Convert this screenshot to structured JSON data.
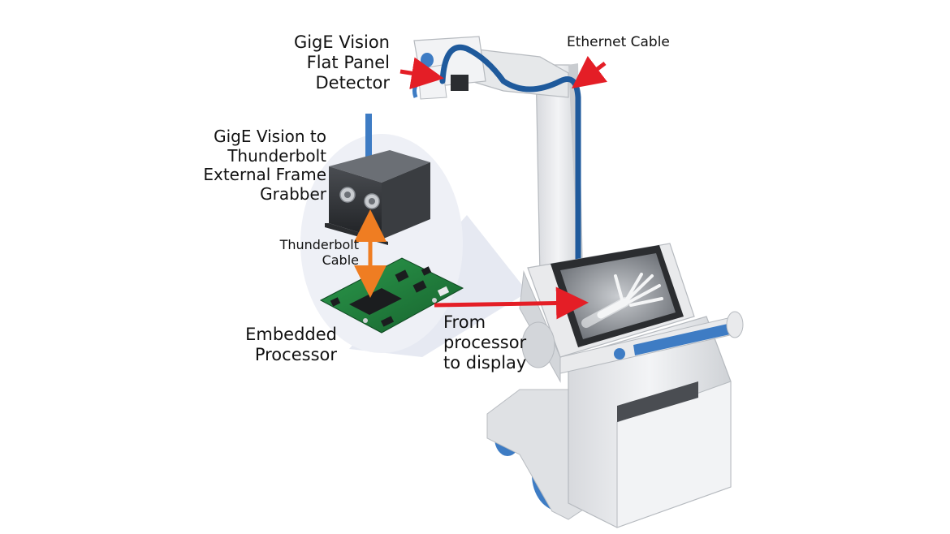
{
  "labels": {
    "detector": [
      "GigE Vision",
      "Flat Panel",
      "Detector"
    ],
    "ethernet": "Ethernet Cable",
    "frame_grabber": [
      "GigE Vision to",
      "Thunderbolt",
      "External Frame",
      "Grabber"
    ],
    "thunderbolt": [
      "Thunderbolt",
      "Cable"
    ],
    "processor": [
      "Embedded",
      "Processor"
    ],
    "display": [
      "From",
      "processor",
      "to display"
    ]
  },
  "colors": {
    "arrow_red": "#e41e26",
    "arrow_orange": "#ef7d22",
    "cable_blue": "#1f5a9c",
    "accent_blue": "#4a86c8",
    "body_gray": "#e9eaec",
    "pcb_green": "#1f7a3a",
    "box_black": "#2b2d30",
    "bubble": "#eef0f6"
  },
  "icons": [
    "xray-machine-icon",
    "frame-grabber-box-icon",
    "circuit-board-icon",
    "xray-hand-icon"
  ]
}
